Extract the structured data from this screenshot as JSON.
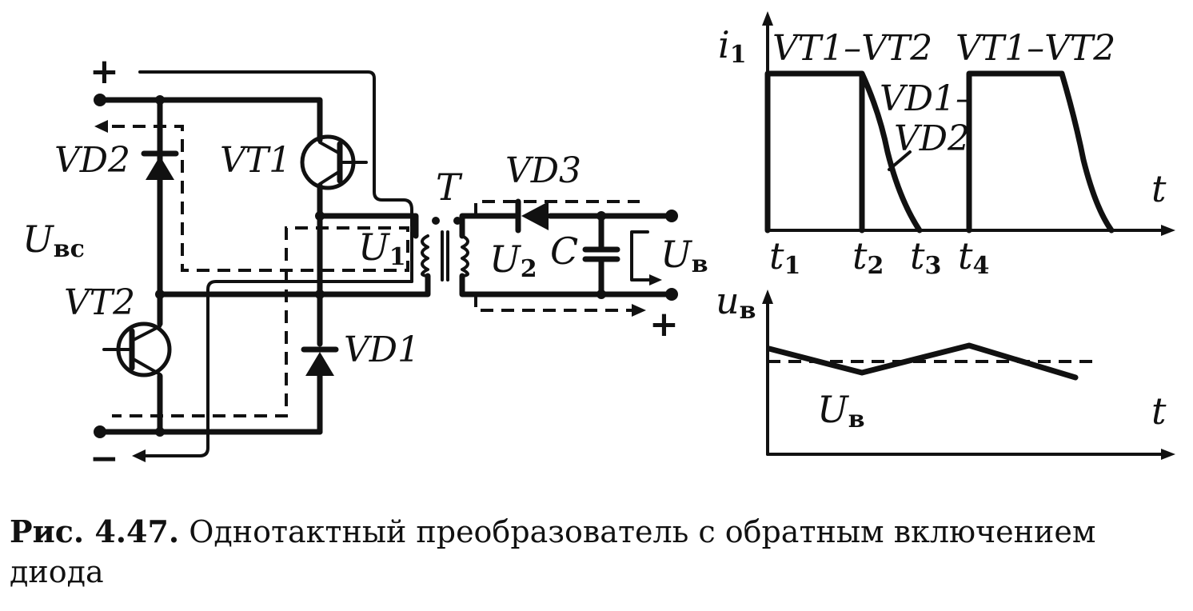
{
  "circuit": {
    "plus_top": "+",
    "minus_bottom": "−",
    "plus_output": "+",
    "input_voltage": {
      "main": "U",
      "sub": "вс"
    },
    "vt1": "VT1",
    "vt2": "VT2",
    "vd1": "VD1",
    "vd2": "VD2",
    "vd3": "VD3",
    "transformer": "T",
    "u1": {
      "main": "U",
      "sub": "1"
    },
    "u2": {
      "main": "U",
      "sub": "2"
    },
    "capacitor": "C",
    "output_voltage": {
      "main": "U",
      "sub": "в"
    }
  },
  "graph_current": {
    "y_label": {
      "main": "i",
      "sub": "1"
    },
    "x_label": "t",
    "pulse1_label": "VT1–VT2",
    "pulse2_label": "VT1–VT2",
    "decay_label_line1": "VD1–",
    "decay_label_line2": "VD2",
    "ticks": [
      {
        "main": "t",
        "sub": "1"
      },
      {
        "main": "t",
        "sub": "2"
      },
      {
        "main": "t",
        "sub": "3"
      },
      {
        "main": "t",
        "sub": "4"
      }
    ]
  },
  "graph_voltage": {
    "y_label": {
      "main": "u",
      "sub": "в"
    },
    "x_label": "t",
    "level_label": {
      "main": "U",
      "sub": "в"
    }
  },
  "caption": {
    "figure_number": "Рис. 4.47.",
    "text_line1": "Однотактный преобразователь с обратным включением",
    "text_line2": "диода"
  }
}
